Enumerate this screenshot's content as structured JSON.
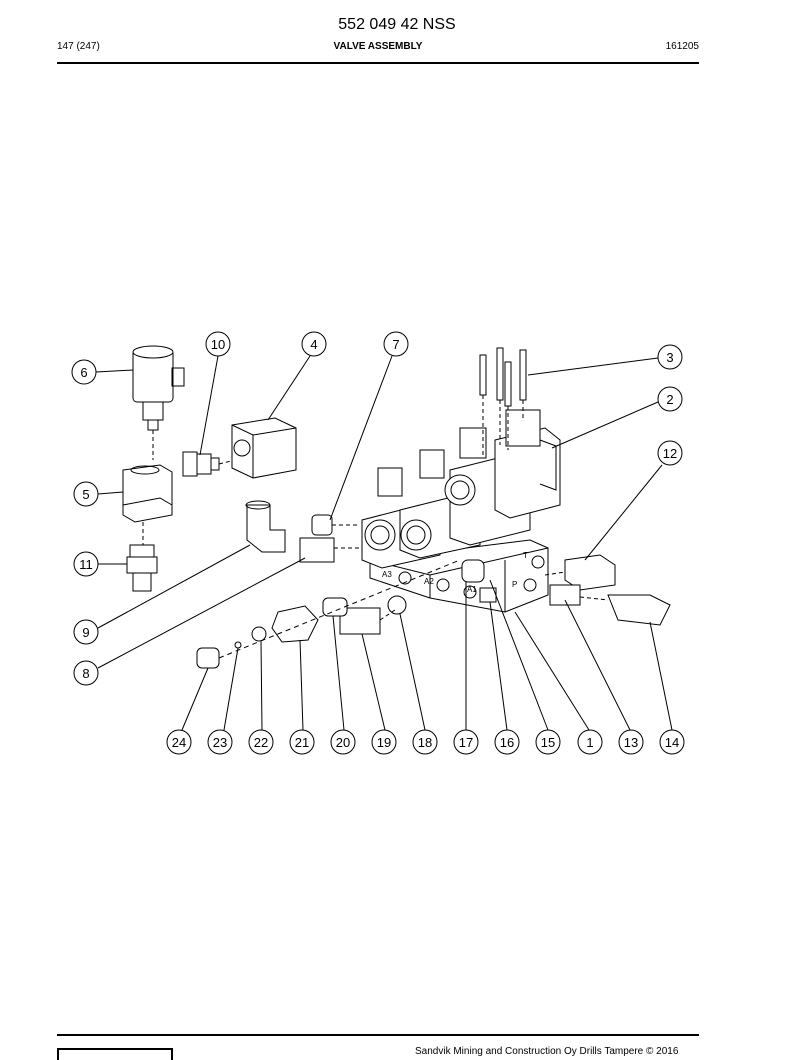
{
  "header": {
    "doc_number": "552 049 42 NSS",
    "page": "147 (247)",
    "section_title": "VALVE ASSEMBLY",
    "date_code": "161205"
  },
  "drawing": {
    "callouts": [
      "1",
      "2",
      "3",
      "4",
      "5",
      "6",
      "7",
      "8",
      "9",
      "10",
      "11",
      "12",
      "13",
      "14",
      "15",
      "16",
      "17",
      "18",
      "19",
      "20",
      "21",
      "22",
      "23",
      "24"
    ],
    "port_labels": [
      "A3",
      "A2",
      "A1",
      "P",
      "T"
    ]
  },
  "footer": {
    "copyright": "Sandvik Mining and Construction Oy Drills Tampere © 2016"
  }
}
